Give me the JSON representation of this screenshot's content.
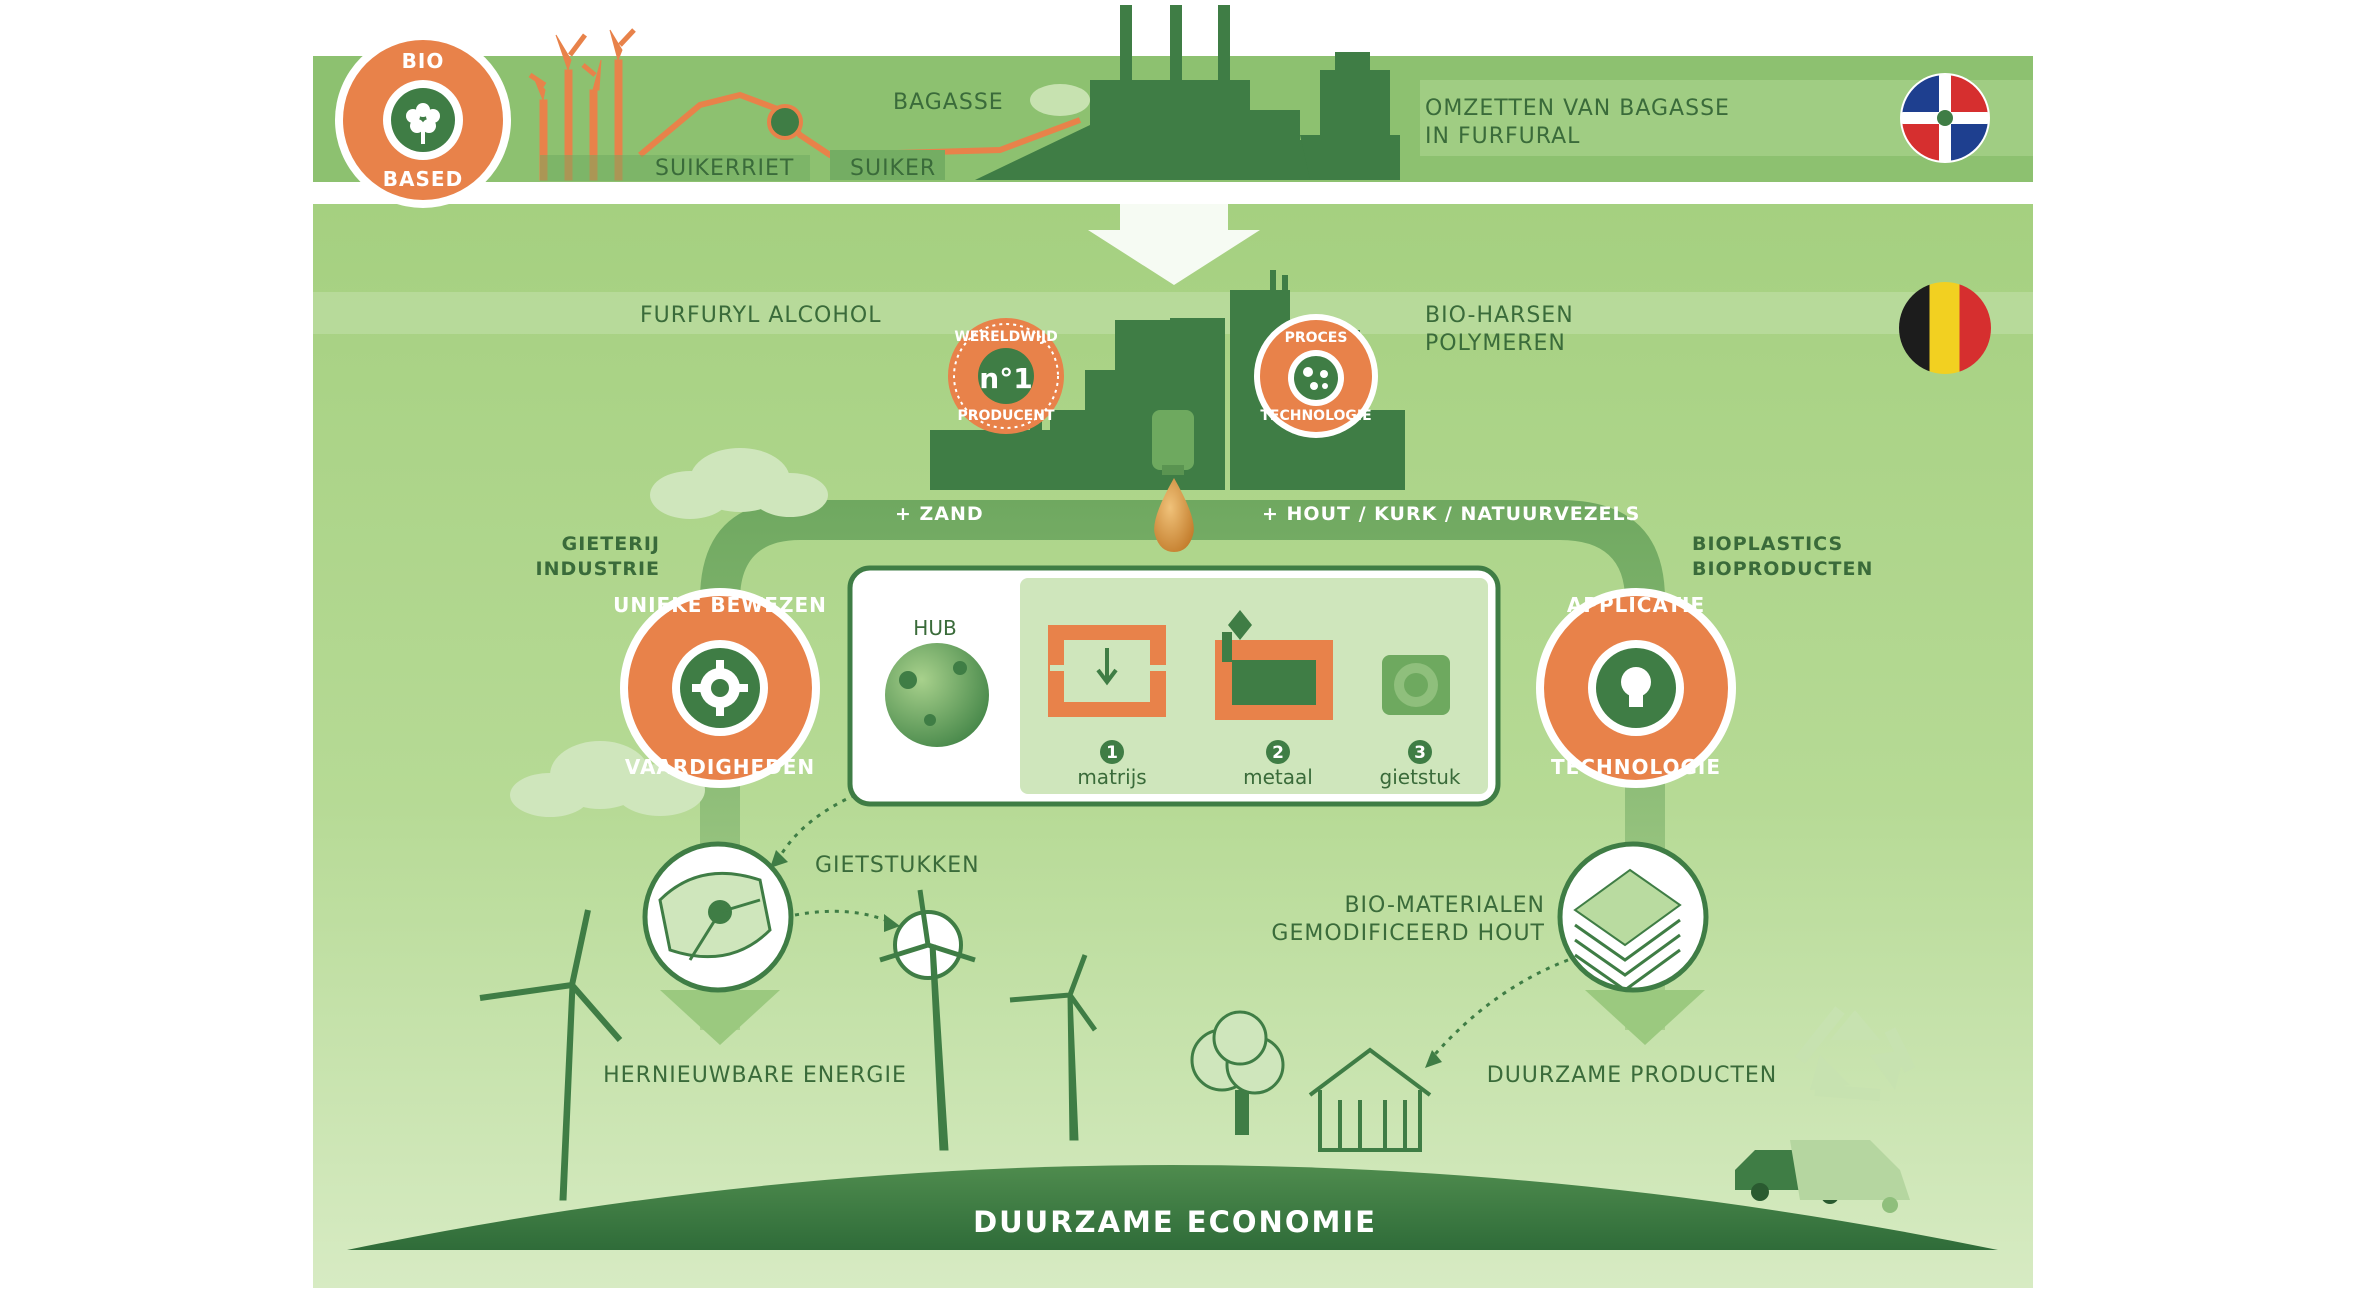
{
  "top": {
    "badge_bio_top": "BIO",
    "badge_bio_bottom": "BASED",
    "sugarcane": "SUIKERRIET",
    "sugar": "SUIKER",
    "bagasse": "BAGASSE",
    "convert_line1": "OMZETTEN VAN BAGASSE",
    "convert_line2": "IN FURFURAL"
  },
  "factory": {
    "furfuryl": "FURFURYL ALCOHOL",
    "bioresins_line1": "BIO-HARSEN",
    "bioresins_line2": "POLYMEREN",
    "badge_world_top": "WERELDWIJD",
    "badge_world_num": "n°1",
    "badge_world_bottom": "PRODUCENT",
    "badge_process_top": "PROCES",
    "badge_process_bottom": "TECHNOLOGIE"
  },
  "arrows": {
    "sand": "+ ZAND",
    "wood": "+ HOUT / KURK / NATUURVEZELS"
  },
  "left": {
    "foundry_line1": "GIETERIJ",
    "foundry_line2": "INDUSTRIE",
    "badge_top": "UNIEKE BEWEZEN",
    "badge_bottom": "VAARDIGHEDEN",
    "castings": "GIETSTUKKEN",
    "renewable": "HERNIEUWBARE ENERGIE"
  },
  "right": {
    "bioplastics_line1": "BIOPLASTICS",
    "bioplastics_line2": "BIOPRODUCTEN",
    "badge_top": "APPLICATIE",
    "badge_bottom": "TECHNOLOGIE",
    "biomaterials_line1": "BIO-MATERIALEN",
    "biomaterials_line2": "GEMODIFICEERD HOUT",
    "sustainable_products": "DUURZAME PRODUCTEN"
  },
  "center_box": {
    "hub": "HUB",
    "steps": [
      {
        "num": "1",
        "label": "matrijs"
      },
      {
        "num": "2",
        "label": "metaal"
      },
      {
        "num": "3",
        "label": "gietstuk"
      }
    ]
  },
  "ground": {
    "title": "DUURZAME ECONOMIE"
  },
  "icons": {
    "flag_top": "dominican-republic-flag-icon",
    "flag_mid": "belgium-flag-icon",
    "recycle": "recycle-icon",
    "gear": "gear-icon",
    "bulb": "lightbulb-icon",
    "flower": "flower-icon"
  },
  "colors": {
    "background": "#9cc978",
    "band_top": "#8bc070",
    "dark_green": "#3f7d45",
    "orange": "#e8824a",
    "ground": "#3d7a43"
  }
}
